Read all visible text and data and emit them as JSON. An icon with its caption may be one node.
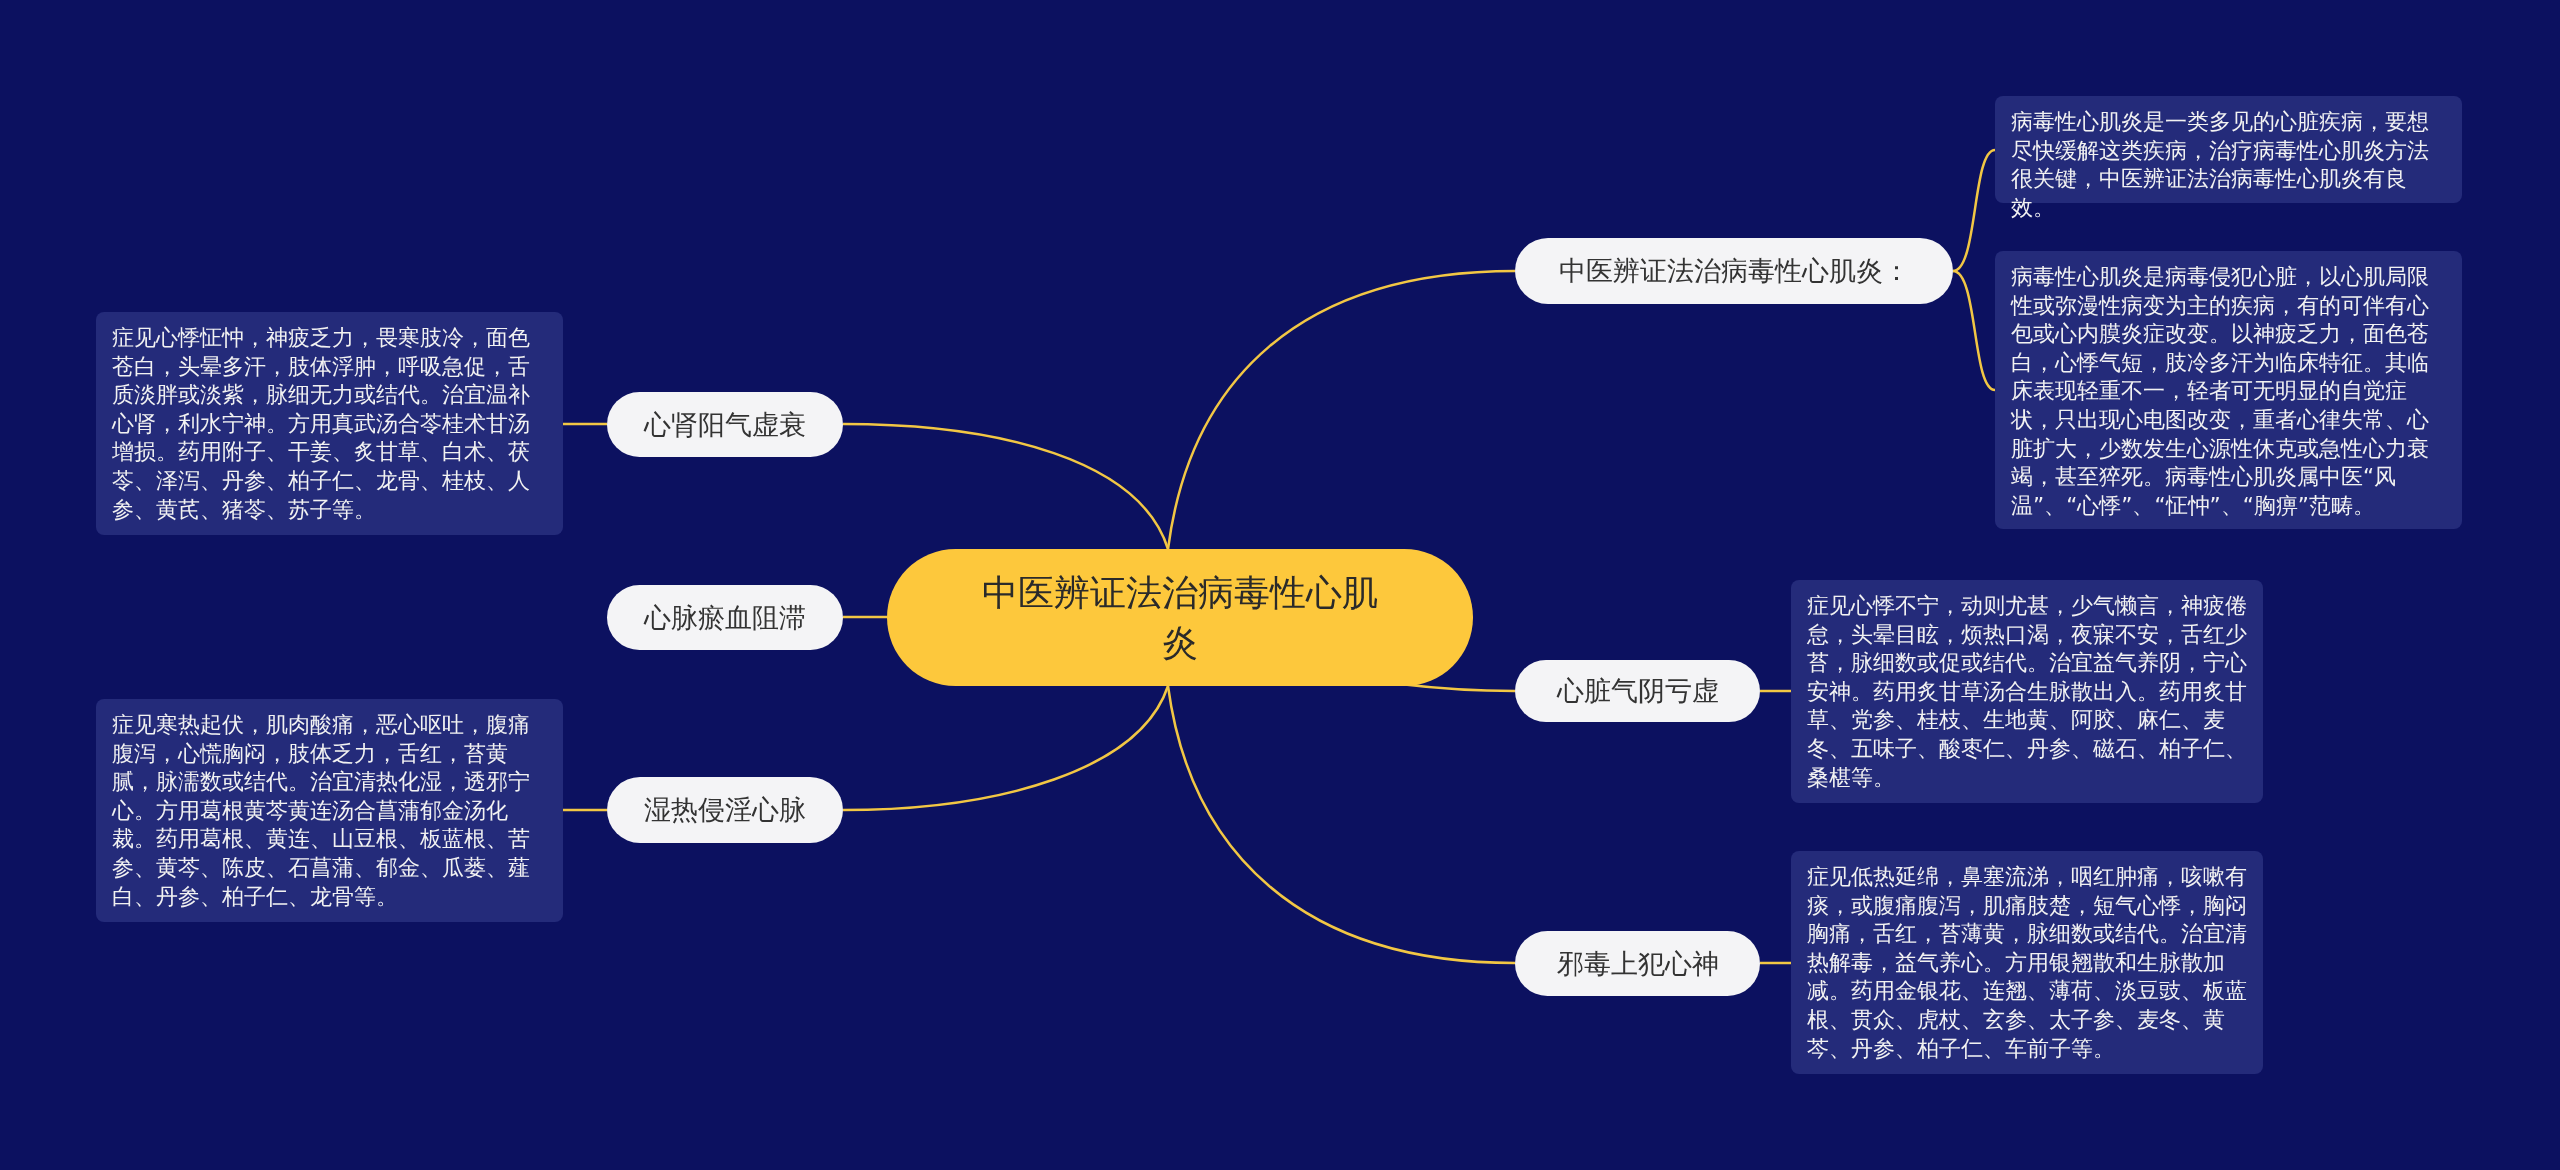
{
  "diagram": {
    "nodes": [
      {
        "text": [
          "中医辨证法治病毒性心肌炎"
        ]
      },
      {
        "text": [
          "中医辨证法治病毒性心肌炎："
        ]
      },
      {
        "text": [
          "病毒性心肌炎是一类多见的心脏疾病，要想尽快缓解这类疾病，治疗病毒性心肌炎方法很关键，中医辨证法治病毒性心肌炎有良效。"
        ]
      },
      {
        "text": [
          "病毒性心肌炎是病毒侵犯心脏，以心肌局限性或弥漫性病变为主的疾病，有的可伴有心包或心内膜炎症改变。以神疲乏力，面色苍白，心悸气短，肢冷多汗为临床特征。其临床表现轻重不一，轻者可无明显的自觉症状，只出现心电图改变，重者心律失常、心脏扩大，少数发生心源性休克或急性心力衰竭，甚至猝死。病毒性心肌炎属中医“风温”、“心悸”、“怔忡”、“胸痹”范畴。"
        ]
      },
      {
        "text": [
          "心脏气阴亏虚"
        ]
      },
      {
        "text": [
          "症见心悸不宁，动则尤甚，少气懒言，神疲倦怠，头晕目眩，烦热口渴，夜寐不安，舌红少苔，脉细数或促或结代。治宜益气养阴，宁心安神。药用炙甘草汤合生脉散出入。药用炙甘草、党参、桂枝、生地黄、阿胶、麻仁、麦冬、五味子、酸枣仁、丹参、磁石、柏子仁、桑椹等。"
        ]
      },
      {
        "text": [
          "邪毒上犯心神"
        ]
      },
      {
        "text": [
          "症见低热延绵，鼻塞流涕，咽红肿痛，咳嗽有痰，或腹痛腹泻，肌痛肢楚，短气心悸，胸闷胸痛，舌红，苔薄黄，脉细数或结代。治宜清热解毒，益气养心。方用银翘散和生脉散加减。药用金银花、连翘、薄荷、淡豆豉、板蓝根、贯众、虎杖、玄参、太子参、麦冬、黄芩、丹参、柏子仁、车前子等。"
        ]
      },
      {
        "text": [
          "心肾阳气虚衰"
        ]
      },
      {
        "text": [
          "症见心悸怔忡，神疲乏力，畏寒肢冷，面色苍白，头晕多汗，肢体浮肿，呼吸急促，舌质淡胖或淡紫，脉细无力或结代。治宜温补心肾，利水宁神。方用真武汤合苓桂术甘汤增损。药用附子、干姜、炙甘草、白术、茯苓、泽泻、丹参、柏子仁、龙骨、桂枝、人参、黄芪、猪苓、苏子等。"
        ]
      },
      {
        "text": [
          "心脉瘀血阻滞"
        ]
      },
      {
        "text": [
          "湿热侵淫心脉"
        ]
      },
      {
        "text": [
          "症见寒热起伏，肌肉酸痛，恶心呕吐，腹痛腹泻，心慌胸闷，肢体乏力，舌红，苔黄腻，脉濡数或结代。治宜清热化湿，透邪宁心。方用葛根黄芩黄连汤合菖蒲郁金汤化裁。药用葛根、黄连、山豆根、板蓝根、苦参、黄芩、陈皮、石菖蒲、郁金、瓜蒌、薤白、丹参、柏子仁、龙骨等。"
        ]
      }
    ],
    "edges": [
      {
        "from": 0,
        "to": 1,
        "arrow": "none"
      },
      {
        "from": 1,
        "to": 2,
        "arrow": "none"
      },
      {
        "from": 1,
        "to": 3,
        "arrow": "none"
      },
      {
        "from": 0,
        "to": 4,
        "arrow": "none"
      },
      {
        "from": 4,
        "to": 5,
        "arrow": "none"
      },
      {
        "from": 0,
        "to": 6,
        "arrow": "none"
      },
      {
        "from": 6,
        "to": 7,
        "arrow": "none"
      },
      {
        "from": 0,
        "to": 8,
        "arrow": "none"
      },
      {
        "from": 8,
        "to": 9,
        "arrow": "none"
      },
      {
        "from": 0,
        "to": 10,
        "arrow": "none"
      },
      {
        "from": 0,
        "to": 11,
        "arrow": "none"
      },
      {
        "from": 11,
        "to": 12,
        "arrow": "none"
      }
    ]
  }
}
